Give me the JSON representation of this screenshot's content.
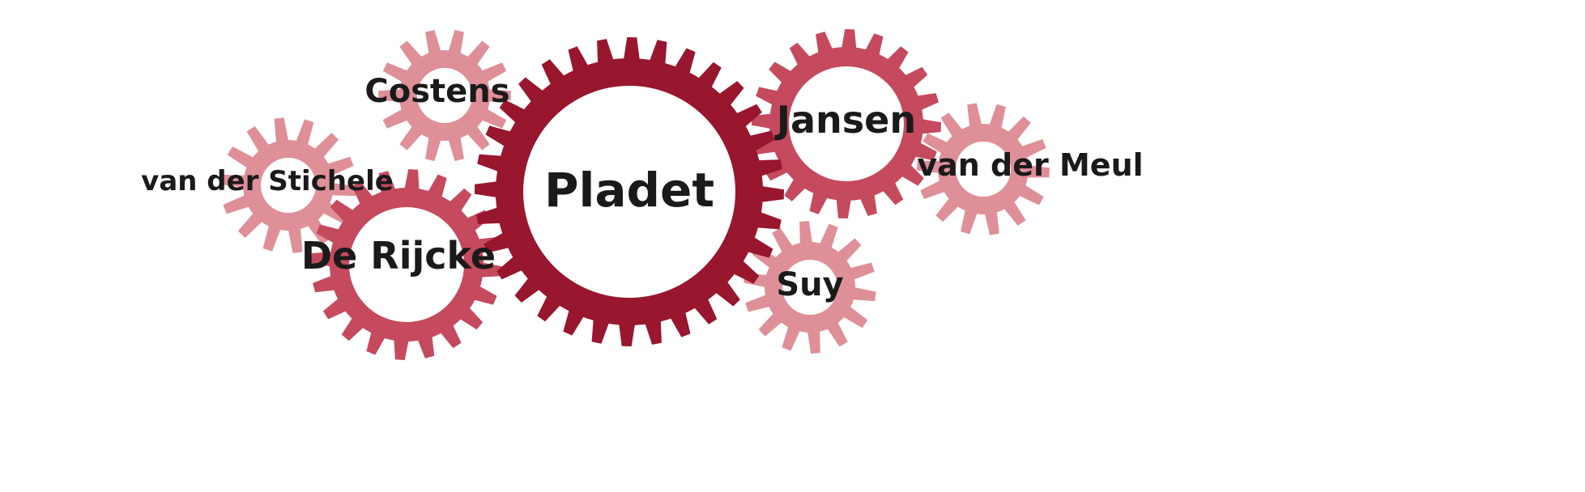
{
  "colors": {
    "light": "#df8f98",
    "medium": "#c54a5e",
    "dark": "#98162e",
    "text": "#1a1a1a"
  },
  "gears": [
    {
      "id": "costens",
      "label": "Costens",
      "tone": "light"
    },
    {
      "id": "van-der-stichele",
      "label": "van der Stichele",
      "tone": "light"
    },
    {
      "id": "van-der-meul",
      "label": "van der Meul",
      "tone": "light"
    },
    {
      "id": "suy",
      "label": "Suy",
      "tone": "light"
    },
    {
      "id": "de-rijcke",
      "label": "De Rijcke",
      "tone": "medium"
    },
    {
      "id": "jansen",
      "label": "Jansen",
      "tone": "medium"
    },
    {
      "id": "pladet",
      "label": "Pladet",
      "tone": "dark"
    }
  ]
}
